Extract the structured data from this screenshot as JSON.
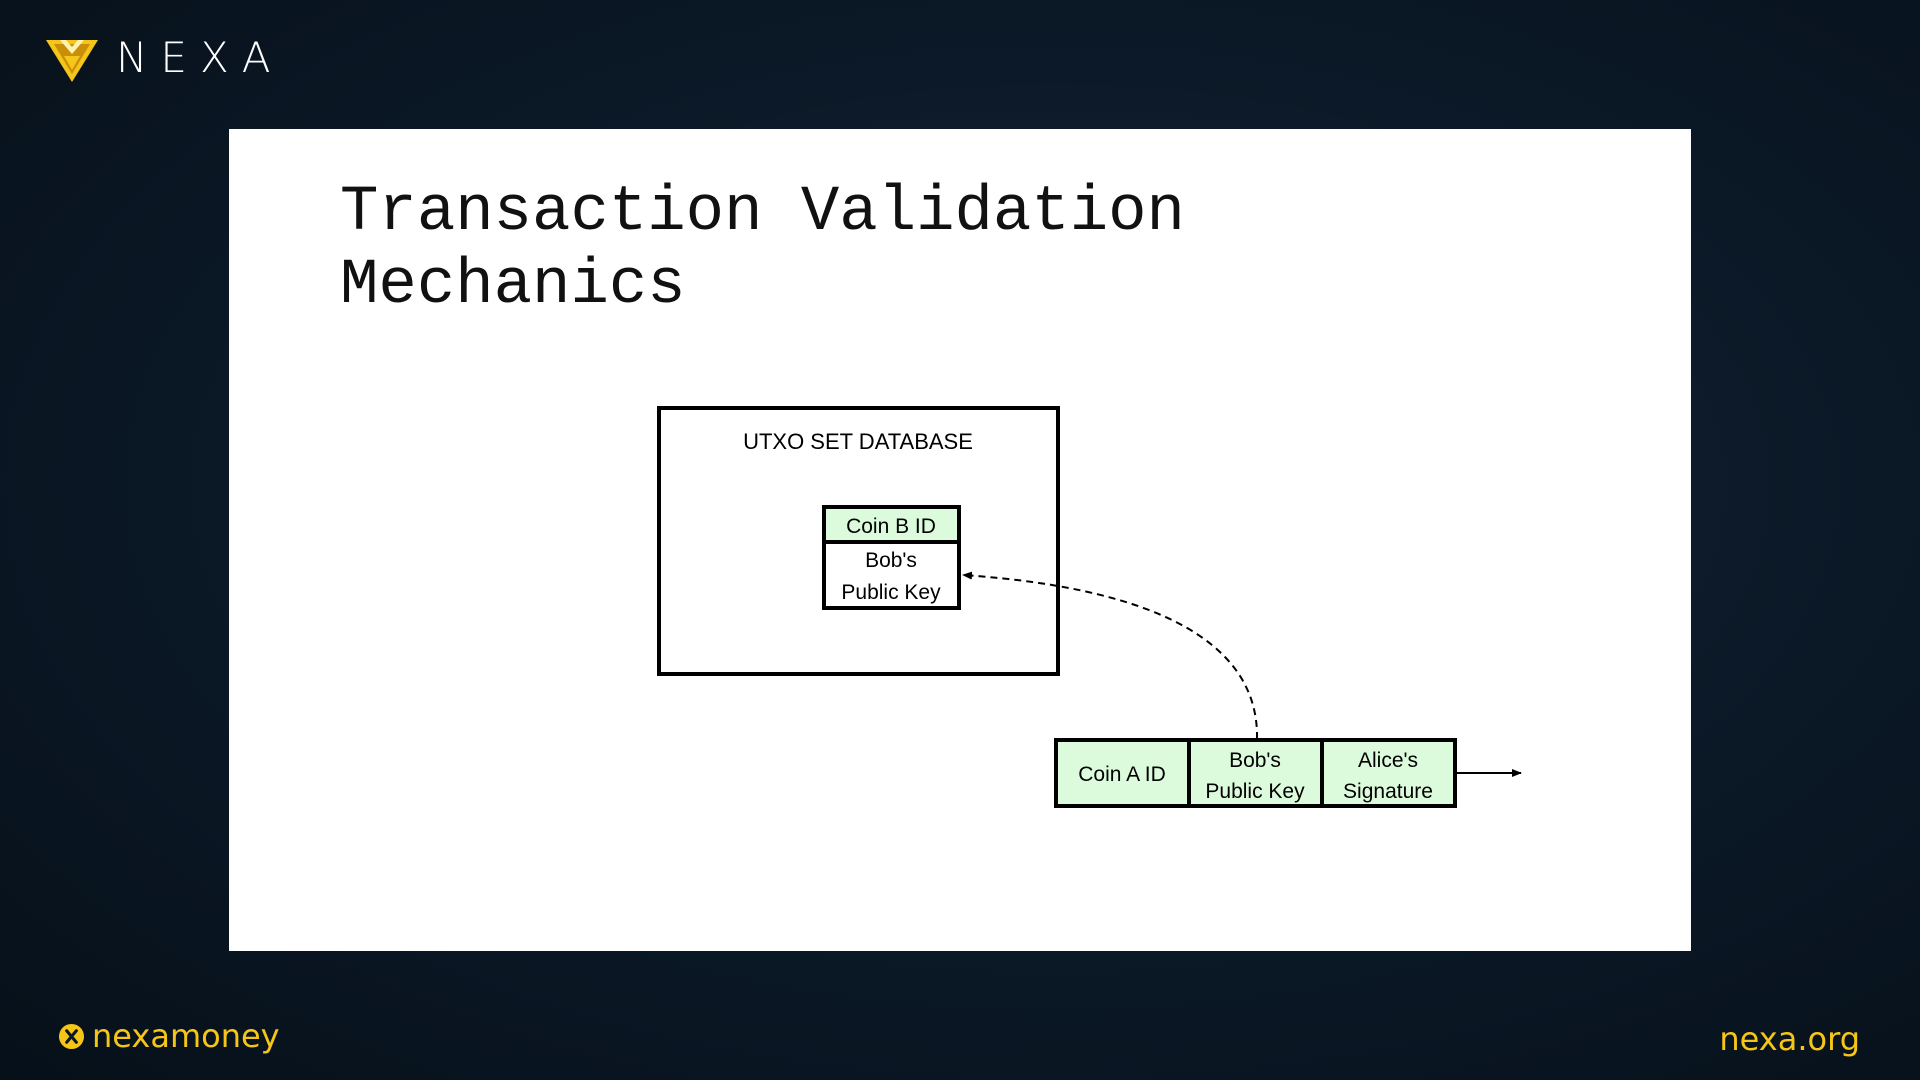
{
  "header": {
    "brand": "NEXA"
  },
  "slide": {
    "title_line1": "Transaction Validation",
    "title_line2": "Mechanics"
  },
  "diagram": {
    "database_label": "UTXO SET DATABASE",
    "stored_record": {
      "id": "Coin B ID",
      "key_line1": "Bob's",
      "key_line2": "Public Key"
    },
    "transaction_input": {
      "coin": "Coin A ID",
      "key_line1": "Bob's",
      "key_line2": "Public Key",
      "sig_line1": "Alice's",
      "sig_line2": "Signature"
    }
  },
  "footer": {
    "left_brand": "nexamoney",
    "right_url": "nexa.org"
  },
  "colors": {
    "accent": "#f5c518",
    "cell_fill": "#dcfbdc",
    "background": "#0b1826"
  }
}
